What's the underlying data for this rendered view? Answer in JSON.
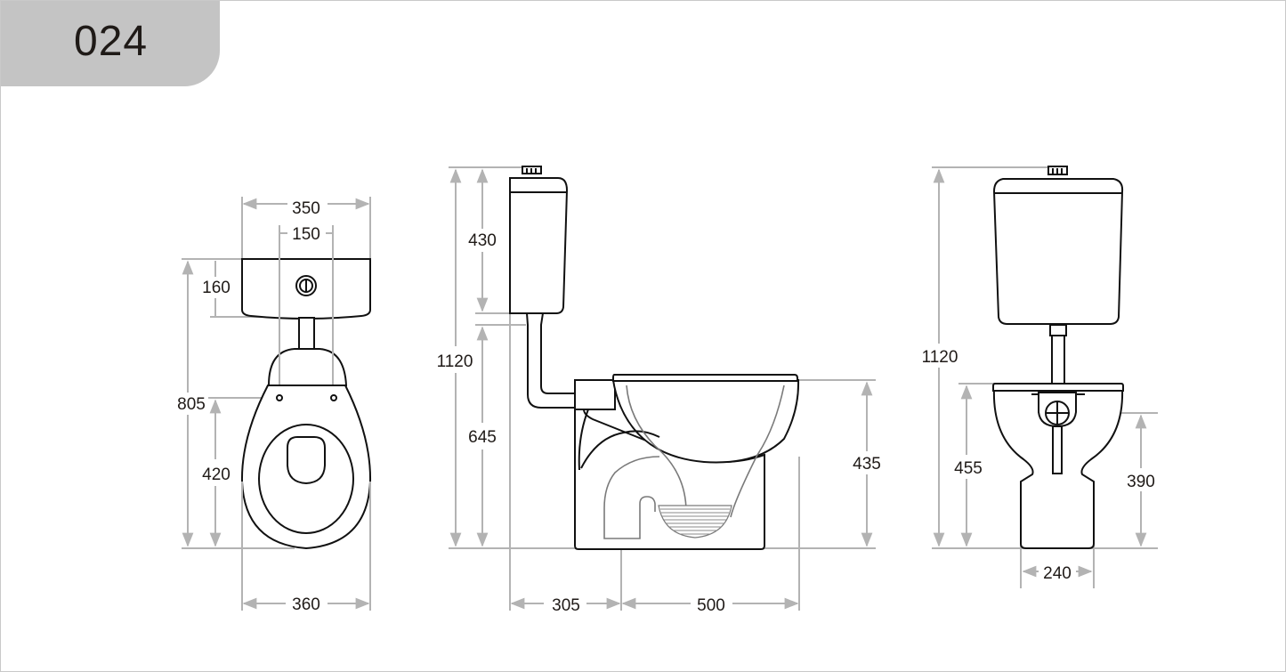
{
  "product_code": "024",
  "views": {
    "top": {
      "dims": {
        "tank_width": "350",
        "bolt_spacing": "150",
        "tank_depth": "160",
        "total_depth": "805",
        "seat_depth": "420",
        "bowl_width": "360"
      }
    },
    "side": {
      "dims": {
        "tank_height": "430",
        "total_height": "1120",
        "tank_bottom_height": "645",
        "bowl_height": "435",
        "wall_to_outlet": "305",
        "bowl_length": "500"
      }
    },
    "front": {
      "dims": {
        "total_height": "1120",
        "bowl_height": "455",
        "inlet_height": "390",
        "foot_width": "240"
      }
    }
  },
  "colors": {
    "tab_bg": "#c4c4c4",
    "dimension_line": "#b3b3b3",
    "outline": "#111111"
  }
}
